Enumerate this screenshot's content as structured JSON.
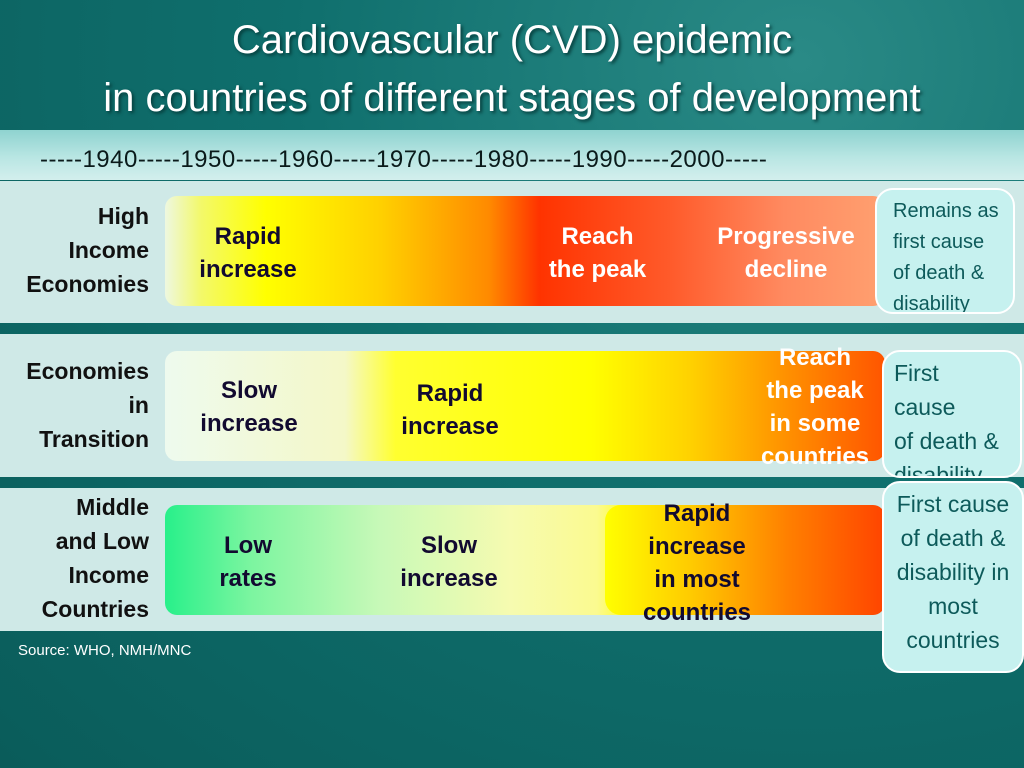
{
  "title_line1": "Cardiovascular (CVD) epidemic",
  "title_line2": "in countries of different stages of development",
  "timeline": "-----1940-----1950-----1960-----1970-----1980-----1990-----2000-----",
  "rows": [
    {
      "label": "High\nIncome\nEconomies",
      "stages": [
        "Rapid\nincrease",
        "Reach\nthe peak",
        "Progressive\ndecline"
      ],
      "callout": "Remains as\nfirst cause\nof death &\ndisability"
    },
    {
      "label": "Economies\nin\nTransition",
      "stages": [
        "Slow\nincrease",
        "Rapid\nincrease",
        "Reach\nthe peak\nin some\ncountries"
      ],
      "callout": "First\ncause\nof death &\ndisability"
    },
    {
      "label": "Middle\nand Low\nIncome\nCountries",
      "stages": [
        "Low\nrates",
        "Slow\nincrease",
        "Rapid\nincrease\nin most\ncountries"
      ],
      "callout": "First cause\nof death &\ndisability in\nmost\ncountries"
    }
  ],
  "source": "Source: WHO, NMH/MNC",
  "colors": {
    "background": "#0f6f6d",
    "band": "#cfe9e7",
    "callout_bg": "#c6f1ef",
    "callout_text": "#0d5a5a"
  }
}
